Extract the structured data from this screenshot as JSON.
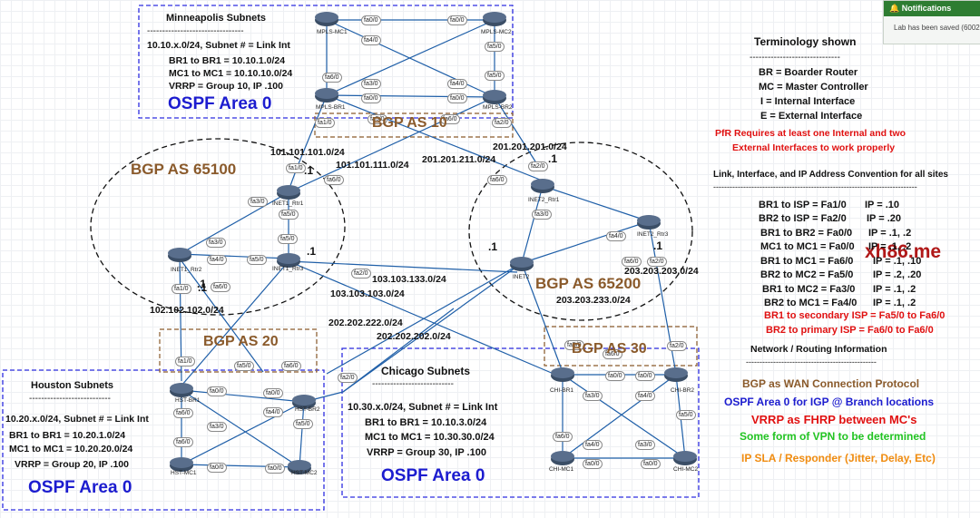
{
  "notification": {
    "title": "Notifications",
    "message": "Lab has been saved (6002"
  },
  "watermark": "xh86.me",
  "bgp_labels": {
    "as10": "BGP AS 10",
    "as65100": "BGP AS 65100",
    "as65200": "BGP AS 65200",
    "as20": "BGP AS 20",
    "as30": "BGP AS 30"
  },
  "minneapolis": {
    "title": "Minneapolis Subnets",
    "sep": "--------------------------------",
    "line1": "10.10.x.0/24, Subnet # = Link Int",
    "line2": "BR1 to BR1 = 10.10.1.0/24",
    "line3": "MC1 to MC1 = 10.10.10.0/24",
    "line4": "VRRP = Group 10, IP .100",
    "ospf": "OSPF Area 0"
  },
  "houston": {
    "title": "Houston Subnets",
    "sep": "---------------------------",
    "line1": "10.20.x.0/24, Subnet # = Link Int",
    "line2": "BR1 to BR1 = 10.20.1.0/24",
    "line3": "MC1 to MC1 = 10.20.20.0/24",
    "line4": "VRRP = Group 20, IP .100",
    "ospf": "OSPF Area 0"
  },
  "chicago": {
    "title": "Chicago Subnets",
    "sep": "---------------------------",
    "line1": "10.30.x.0/24, Subnet # = Link Int",
    "line2": "BR1 to BR1 = 10.10.3.0/24",
    "line3": "MC1 to MC1 = 10.30.30.0/24",
    "line4": "VRRP = Group 30, IP .100",
    "ospf": "OSPF Area 0"
  },
  "terminology": {
    "title": "Terminology shown",
    "sep": "------------------------------",
    "items": [
      "BR = Boarder Router",
      "MC = Master Controller",
      "I = Internal Interface",
      "E = External Interface"
    ],
    "pfr1": "PfR Requires at least one Internal and two",
    "pfr2": "External Interfaces to work properly",
    "conv": "Link, Interface, and IP Address Convention for all sites",
    "sep2": "---------------------------------------------------------------------------",
    "rows": [
      [
        "BR1 to ISP = Fa1/0",
        "IP = .10"
      ],
      [
        "BR2 to ISP = Fa2/0",
        "IP = .20"
      ],
      [
        "BR1 to BR2 = Fa0/0",
        "IP = .1, .2"
      ],
      [
        "MC1 to MC1 = Fa0/0",
        "IP = .1, .2"
      ],
      [
        "BR1 to MC1 = Fa6/0",
        "IP = .1, .10"
      ],
      [
        "BR2 to MC2 = Fa5/0",
        "IP = .2, .20"
      ],
      [
        "BR1 to MC2 = Fa3/0",
        "IP = .1, .2"
      ],
      [
        "BR2 to MC1 = Fa4/0",
        "IP = .1, .2"
      ]
    ],
    "red1": "BR1 to secondary ISP = Fa5/0 to Fa6/0",
    "red2": "BR2 to primary ISP = Fa6/0 to Fa6/0",
    "net": "Network / Routing Information",
    "sep3": "------------------------------------------------",
    "bgp": "BGP as WAN Connection Protocol",
    "ospf": "OSPF Area 0 for IGP @ Branch locations",
    "vrrp": "VRRP as FHRP between MC's",
    "vpn": "Some form of VPN to be determined",
    "sla": "IP SLA / Responder (Jitter, Delay, Etc)"
  },
  "subnets": {
    "s1": "101.101.101.0/24",
    "s2": "101.101.111.0/24",
    "s3": "201.201.201.0/24",
    "s4": "201.201.211.0/24",
    "s5": "103.103.133.0/24",
    "s6": "103.103.103.0/24",
    "s7": "102.102.102.0/24",
    "s8": "202.202.222.0/24",
    "s9": "202.202.202.0/24",
    "s10": "203.203.233.0/24",
    "s11": "203.203.203.0/24"
  },
  "dots": {
    "d1": ".1",
    "d2": ".1",
    "d3": ".1",
    "d4": ".1",
    "d5": ".1",
    "d6": ".1",
    "d7": ".1"
  },
  "devices": {
    "mpls_mc1": "MPLS-MC1",
    "mpls_mc2": "MPLS-MC2",
    "mpls_br1": "MPLS-BR1",
    "mpls_br2": "MPLS-BR2",
    "inet1_rtr1": "INET1_Rtr1",
    "inet1_rtr2": "INET1_Rtr2",
    "inet1_rtr3": "INET1_Rtr3",
    "inet2_rtr1": "INET2_Rtr1",
    "inet2_rtr2": "INET2",
    "inet2_rtr3": "INET2_Rtr3",
    "hst_br1": "HST-BR1",
    "hst_br2": "HST-BR2",
    "hst_mc1": "HST-MC1",
    "hst_mc2": "HST-MC2",
    "chi_br1": "CHI-BR1",
    "chi_br2": "CHI-BR2",
    "chi_mc1": "CHI-MC1",
    "chi_mc2": "CHI-MC2"
  },
  "ifaces": [
    "fa0/0",
    "fa0/0",
    "fa4/0",
    "fa5/0",
    "fa6/0",
    "fa5/0",
    "fa3/0",
    "fa4/0",
    "fa0/0",
    "fa0/0",
    "fa1/0",
    "fa2/0",
    "fa5/0",
    "fa6/0",
    "fa1/0",
    "fa6/0",
    "fa3/0",
    "fa5/0",
    "fa3/0",
    "fa4/0",
    "fa5/0",
    "fa1/0",
    "fa6/0",
    "fa2/0",
    "fa5/0",
    "fa3/0",
    "fa4/0",
    "fa6/0",
    "fa2/0",
    "fa6/0",
    "fa2/0",
    "fa1/0",
    "fa5/0",
    "fa6/0",
    "fa0/0",
    "fa0/0",
    "fa6/0",
    "fa4/0",
    "fa3/0",
    "fa5/0",
    "fa6/0",
    "fa0/0",
    "fa0/0",
    "fa2/0",
    "fa5/0",
    "fa6/0",
    "fa0/0",
    "fa0/0",
    "fa3/0",
    "fa4/0",
    "fa5/0",
    "fa6/0",
    "fa4/0",
    "fa3/0",
    "fa0/0",
    "fa0/0",
    "fa2/0"
  ]
}
